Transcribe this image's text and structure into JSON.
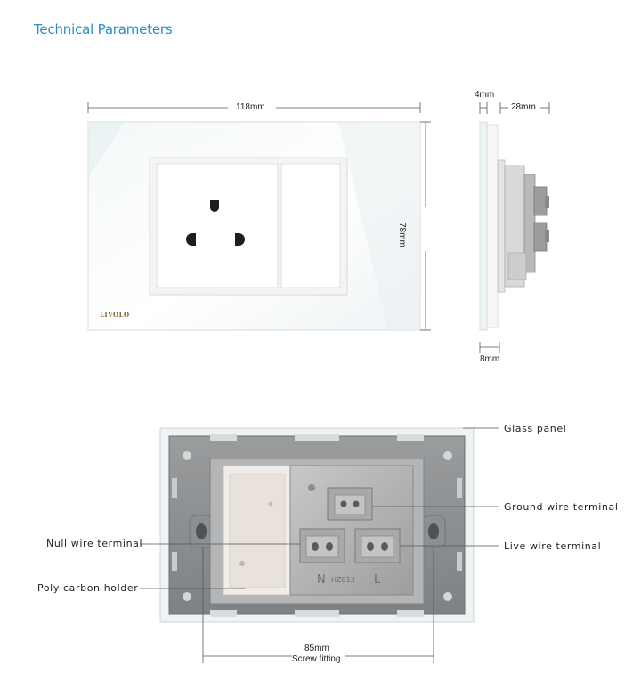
{
  "title": "Technical Parameters",
  "brand": "LIVOLO",
  "dimensions": {
    "width": "118mm",
    "height": "78mm",
    "glass_thickness": "4mm",
    "depth": "28mm",
    "base_thickness": "8mm",
    "screw_fitting_value": "85mm",
    "screw_fitting_label": "Screw fitting"
  },
  "labels": {
    "glass_panel": "Glass panel",
    "ground_wire": "Ground wire terminal",
    "null_wire": "Null wire terminal",
    "live_wire": "Live wire terminal",
    "poly_carbon": "Poly carbon holder"
  },
  "module_markings": {
    "model": "HZ013",
    "neutral": "N",
    "live": "L"
  }
}
